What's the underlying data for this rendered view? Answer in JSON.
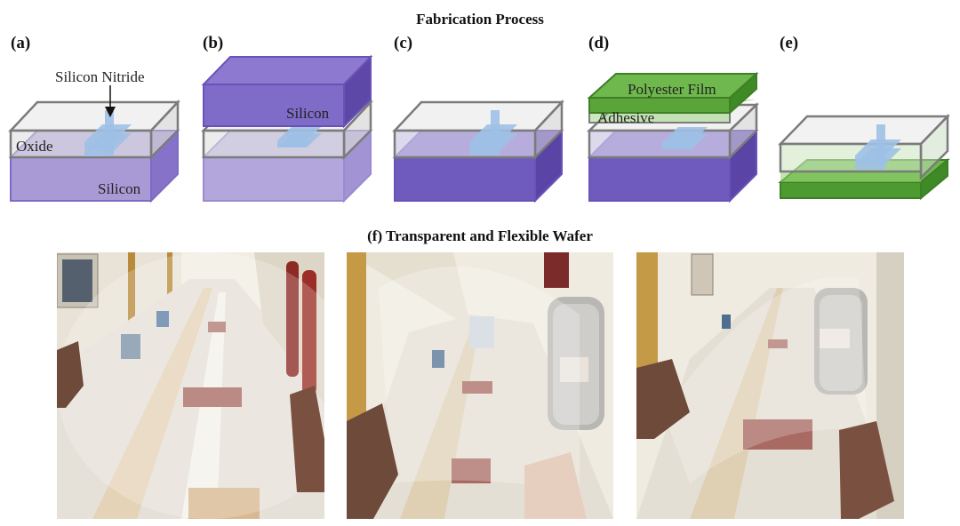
{
  "title": "Fabrication Process",
  "subtitle": "(f) Transparent and Flexible Wafer",
  "panels": [
    {
      "label": "(a)"
    },
    {
      "label": "(b)"
    },
    {
      "label": "(c)"
    },
    {
      "label": "(d)"
    },
    {
      "label": "(e)"
    }
  ],
  "layer_labels": {
    "silicon_nitride": "Silicon Nitride",
    "oxide": "Oxide",
    "silicon_a": "Silicon",
    "silicon_b": "Silicon",
    "polyester_film": "Polyester Film",
    "adhesive": "Adhesive"
  },
  "colors": {
    "silicon_light": "#a99ad6",
    "silicon_dark": "#6a52b8",
    "oxide": "#d4d4d4",
    "nitride": "#9fc0e6",
    "polyester": "#5aa43a",
    "adhesive": "#8fcf6e"
  },
  "photos": [
    {
      "name": "hallway-photo-left"
    },
    {
      "name": "hallway-photo-middle"
    },
    {
      "name": "hallway-photo-right"
    }
  ]
}
